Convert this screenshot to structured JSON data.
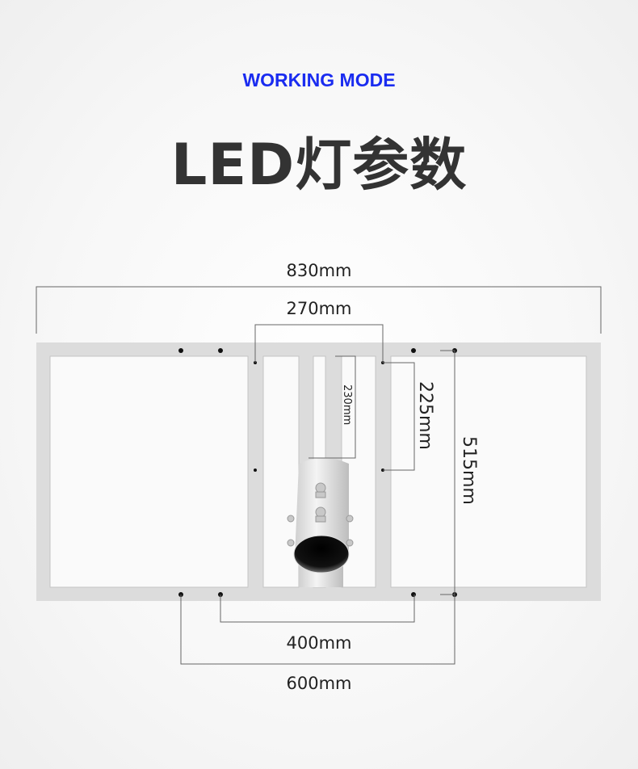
{
  "header": {
    "subtitle": "WORKING MODE",
    "title": "LED灯参数"
  },
  "dimensions": {
    "overall_width": "830mm",
    "center_span": "270mm",
    "bracket_length": "230mm",
    "hole_spacing_vertical": "225mm",
    "overall_height": "515mm",
    "mount_inner": "400mm",
    "mount_outer": "600mm"
  },
  "colors": {
    "subtitle": "#1a2cf0",
    "title": "#333333",
    "frame": "#dcdcdc"
  }
}
